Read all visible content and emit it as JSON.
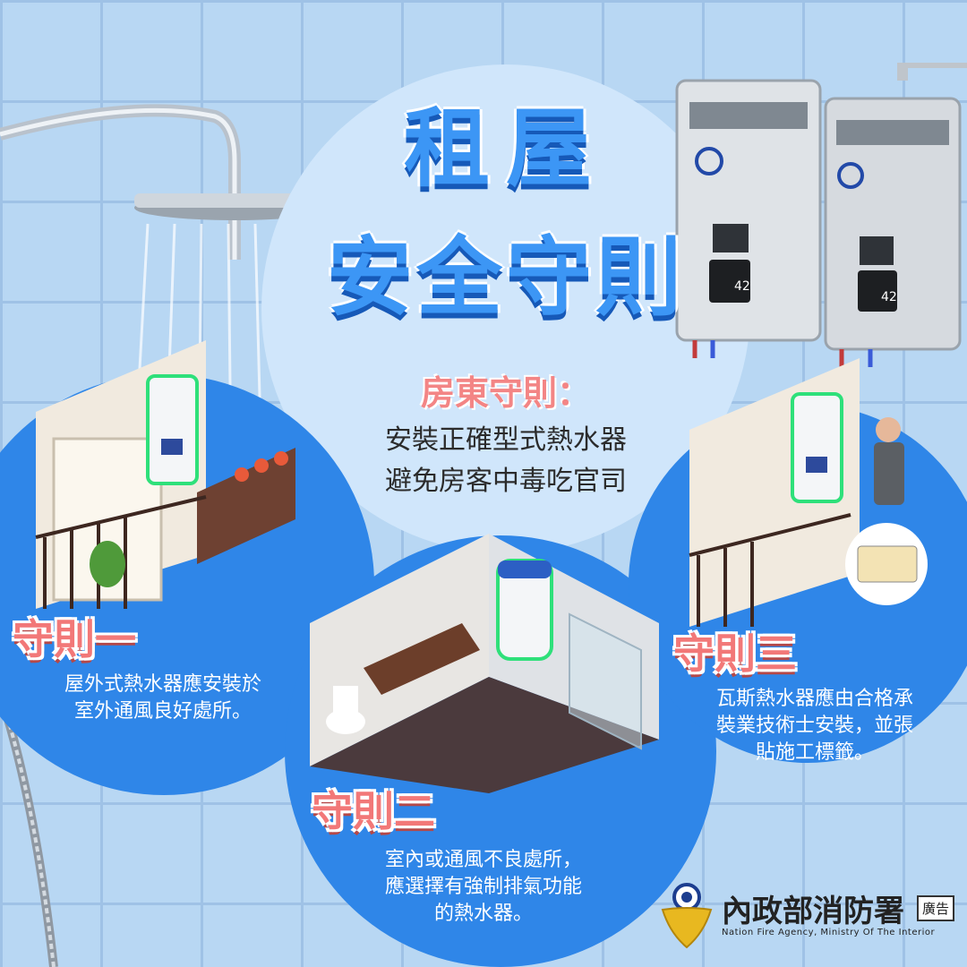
{
  "poster": {
    "title_line1": "租屋",
    "title_line2": "安全守則",
    "subtitle": "房東守則：",
    "lead_line1": "安裝正確型式熱水器",
    "lead_line2": "避免房客中毒吃官司"
  },
  "rules": [
    {
      "heading": "守則一",
      "line1": "屋外式熱水器應安裝於",
      "line2": "室外通風良好處所。"
    },
    {
      "heading": "守則二",
      "line1": "室內或通風不良處所，",
      "line2": "應選擇有強制排氣功能",
      "line3": "的熱水器。"
    },
    {
      "heading": "守則三",
      "line1": "瓦斯熱水器應由合格承",
      "line2": "裝業技術士安裝，並張",
      "line3": "貼施工標籤。"
    }
  ],
  "heater_display": "42",
  "footer": {
    "agency_zh": "內政部消防署",
    "agency_en": "Nation Fire Agency, Ministry Of The Interior",
    "ad_label": "廣告"
  },
  "colors": {
    "primary_blue": "#2f86e8",
    "title_blue": "#3c96f5",
    "accent_red": "#f27878",
    "background": "#b8d7f3"
  }
}
